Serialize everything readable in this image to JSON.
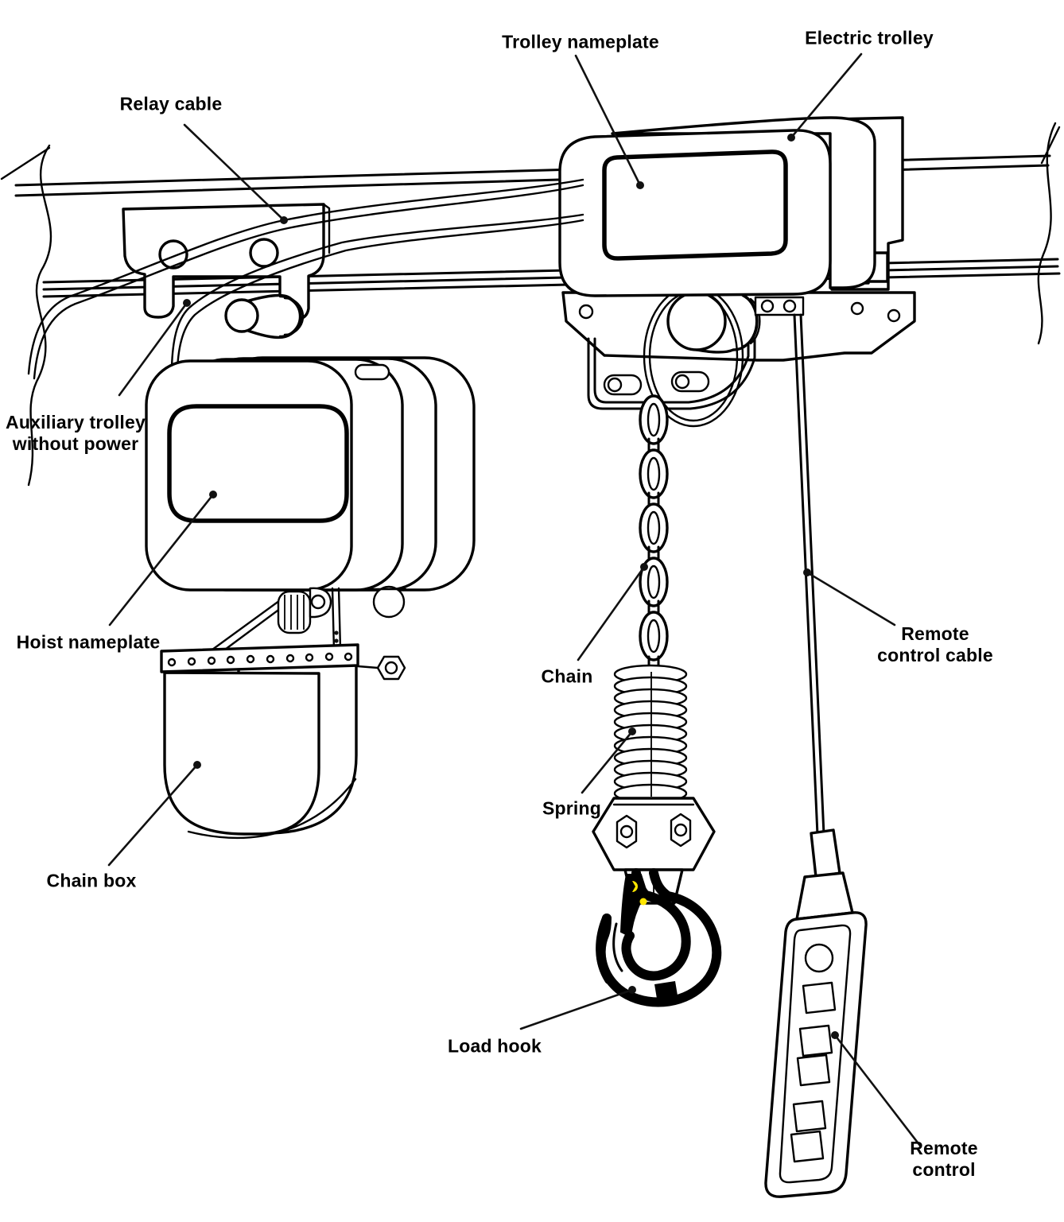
{
  "diagram": {
    "subject": "Electric chain hoist with electric trolley and auxiliary trolley",
    "colors": {
      "line": "#000000",
      "background": "#ffffff",
      "accent_yellow": "#ffe600"
    },
    "labels": [
      {
        "id": "relay-cable",
        "text": "Relay cable"
      },
      {
        "id": "trolley-nameplate",
        "text": "Trolley nameplate"
      },
      {
        "id": "electric-trolley",
        "text": "Electric trolley"
      },
      {
        "id": "auxiliary-trolley",
        "text": "Auxiliary trolley\nwithout power"
      },
      {
        "id": "hoist-nameplate",
        "text": "Hoist nameplate"
      },
      {
        "id": "chain",
        "text": "Chain"
      },
      {
        "id": "spring",
        "text": "Spring"
      },
      {
        "id": "chain-box",
        "text": "Chain box"
      },
      {
        "id": "load-hook",
        "text": "Load hook"
      },
      {
        "id": "remote-control-cable",
        "text": "Remote control cable"
      },
      {
        "id": "remote-control",
        "text": "Remote control"
      }
    ]
  }
}
